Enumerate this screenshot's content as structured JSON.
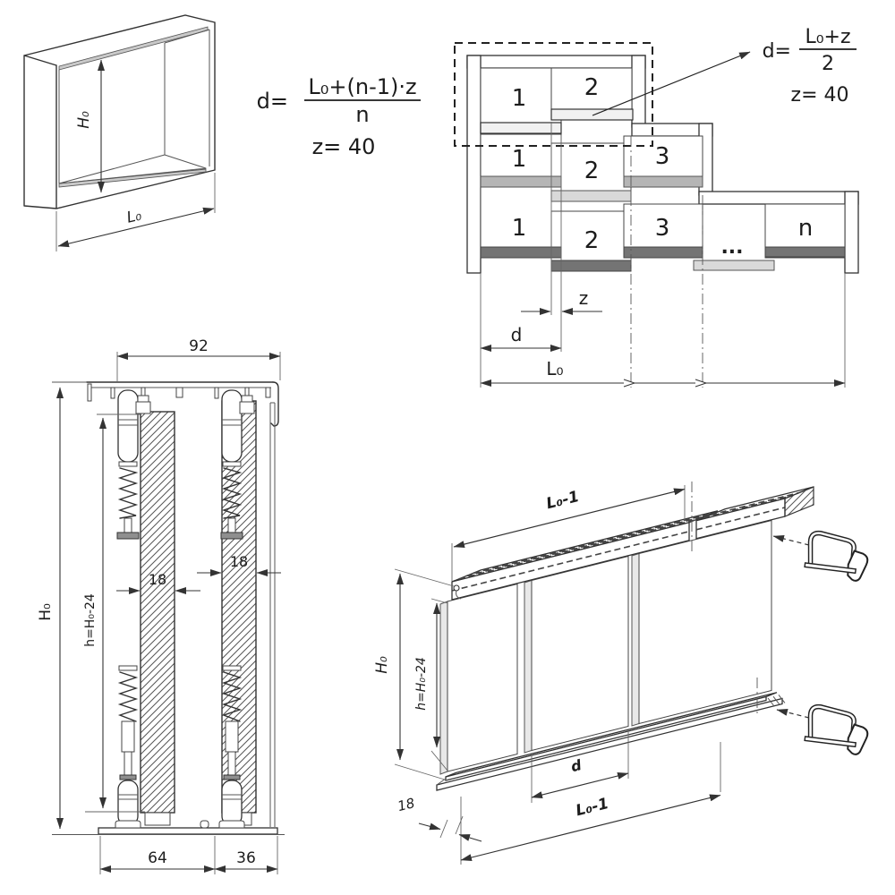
{
  "cabinet_view": {
    "dim_height": "H₀",
    "dim_width": "L₀"
  },
  "formula_general": {
    "lhs": "d=",
    "numerator": "L₀+(n-1)·z",
    "denominator": "n",
    "constant": "z= 40"
  },
  "formula_two_door": {
    "lhs": "d=",
    "numerator": "L₀+z",
    "denominator": "2",
    "constant": "z= 40"
  },
  "plan_view": {
    "row_two_door": {
      "panel_1": "1",
      "panel_2": "2"
    },
    "row_three_door": {
      "panel_1": "1",
      "panel_2": "2",
      "panel_3": "3"
    },
    "row_n_door": {
      "panel_1": "1",
      "panel_2": "2",
      "panel_3": "3",
      "ellipsis": "...",
      "panel_n": "n"
    },
    "dim_overlap": "z",
    "dim_door_width": "d",
    "dim_opening_width": "L₀"
  },
  "section_view": {
    "dim_track_width": "92",
    "dim_front_door_thickness": "18",
    "dim_back_door_thickness": "18",
    "dim_bottom_front": "64",
    "dim_bottom_back": "36",
    "dim_height": "H₀",
    "dim_door_height": "h=H₀-24"
  },
  "iso_view": {
    "dim_top_rail_length": "L₀-1",
    "dim_height": "H₀",
    "dim_door_height": "h=H₀-24",
    "dim_door_width": "d",
    "dim_bottom_rail_length": "L₀-1",
    "dim_door_thickness": "18"
  },
  "colors": {
    "line": "#333333",
    "bar_light": "#f1f1f1",
    "bar_mid": "#b5b5b5",
    "bar_soft": "#d9d9d9",
    "bar_dark": "#747474",
    "metal_gray": "#c9c9c9"
  }
}
